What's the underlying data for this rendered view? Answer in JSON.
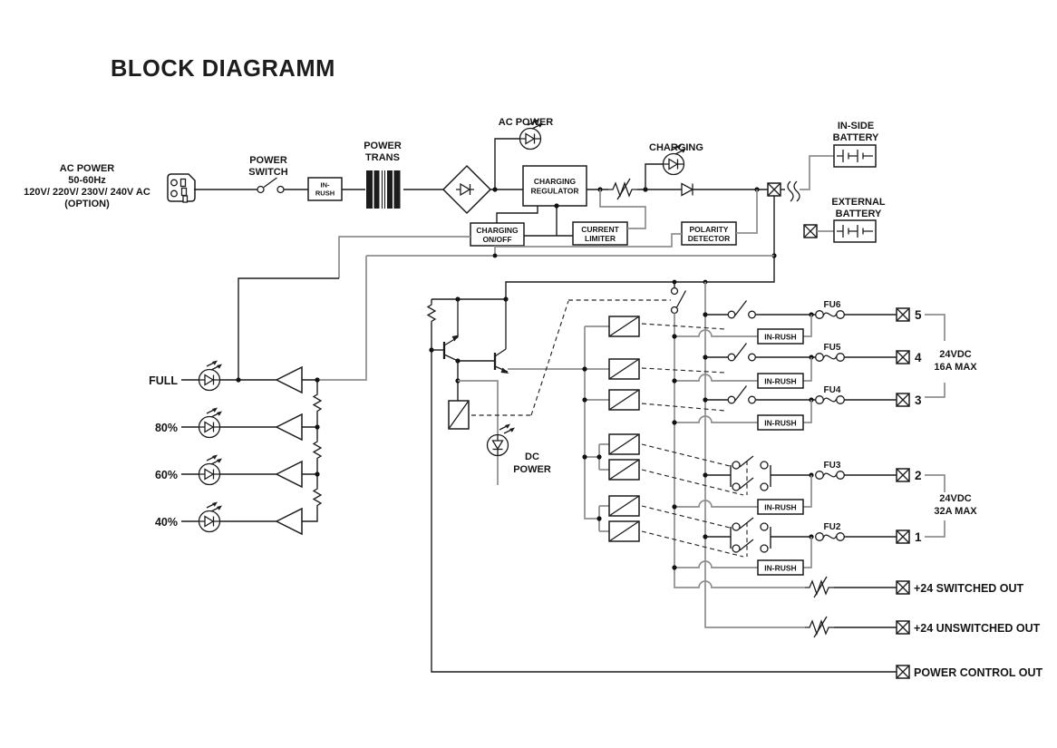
{
  "title": "BLOCK DIAGRAMM",
  "colors": {
    "line": "#1c1c1c",
    "muted_line": "#8e8e8e",
    "background": "#ffffff"
  },
  "input": {
    "lines": [
      "AC POWER",
      "50-60Hz",
      "120V/ 220V/ 230V/ 240V AC",
      "(OPTION)"
    ]
  },
  "power_switch": {
    "line1": "POWER",
    "line2": "SWITCH"
  },
  "inrush_primary": {
    "line1": "IN-",
    "line2": "RUSH"
  },
  "power_trans": {
    "line1": "POWER",
    "line2": "TRANS"
  },
  "ac_power_led": {
    "label": "AC POWER"
  },
  "charging_regulator": {
    "line1": "CHARGING",
    "line2": "REGULATOR"
  },
  "charging_led": {
    "label": "CHARGING"
  },
  "inside_battery": {
    "line1": "IN-SIDE",
    "line2": "BATTERY"
  },
  "external_battery": {
    "line1": "EXTERNAL",
    "line2": "BATTERY"
  },
  "charging_onoff": {
    "line1": "CHARGING",
    "line2": "ON/OFF"
  },
  "current_limiter": {
    "line1": "CURRENT",
    "line2": "LIMITER"
  },
  "polarity_detector": {
    "line1": "POLARITY",
    "line2": "DETECTOR"
  },
  "battery_gauge": {
    "levels": [
      "FULL",
      "80%",
      "60%",
      "40%"
    ]
  },
  "dc_power_led": {
    "line1": "DC",
    "line2": "POWER"
  },
  "inrush_label": "IN-RUSH",
  "fuses": [
    "FU6",
    "FU5",
    "FU4",
    "FU3",
    "FU2"
  ],
  "outputs": {
    "numbers": [
      "5",
      "4",
      "3",
      "2",
      "1"
    ],
    "group_16a": {
      "line1": "24VDC",
      "line2": "16A MAX"
    },
    "group_32a": {
      "line1": "24VDC",
      "line2": "32A MAX"
    },
    "switched": "+24 SWITCHED OUT",
    "unswitched": "+24 UNSWITCHED OUT",
    "power_control": "POWER CONTROL OUT"
  }
}
